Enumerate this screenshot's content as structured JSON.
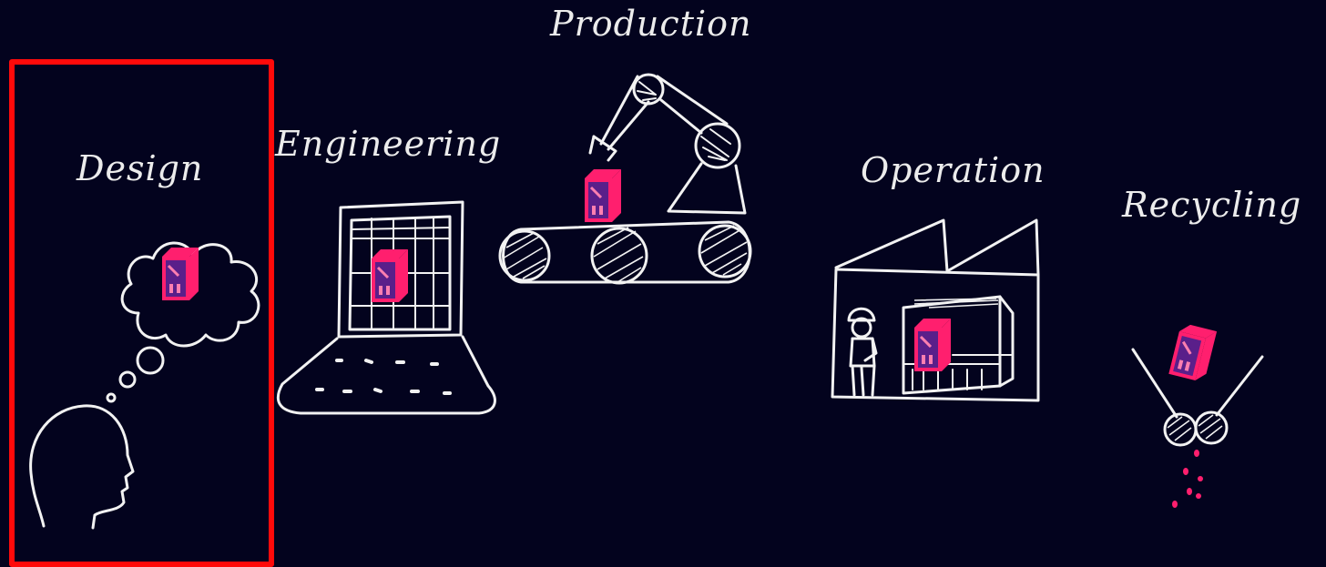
{
  "stages": {
    "design": "Design",
    "engineering": "Engineering",
    "production": "Production",
    "operation": "Operation",
    "recycling": "Recycling"
  },
  "colors": {
    "background": "#03031e",
    "sketch": "#f2f2f2",
    "device_accent": "#ff1f6e",
    "device_fill": "#5a1f8a",
    "highlight": "#ff0a0a"
  },
  "highlighted_stage": "Design"
}
